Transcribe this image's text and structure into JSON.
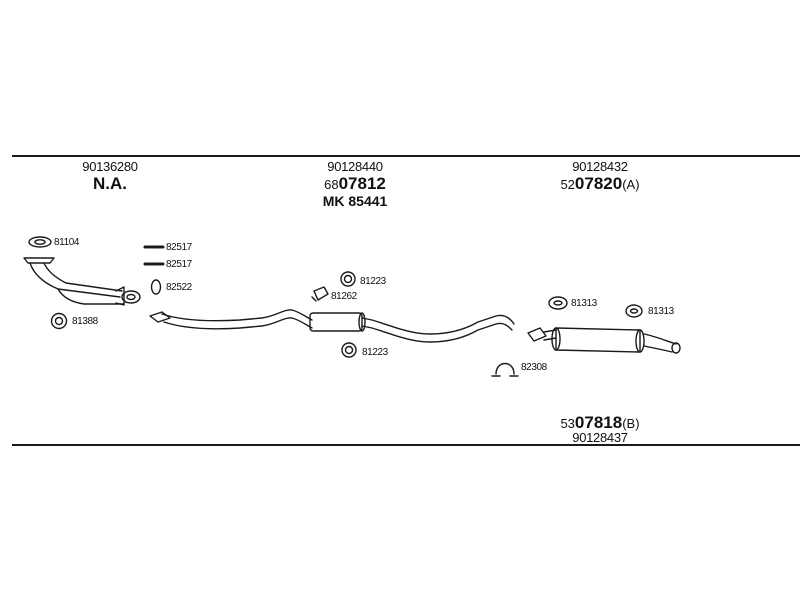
{
  "columns": [
    {
      "code": "90136280",
      "main": "N.A.",
      "prefix": "",
      "suffix": "",
      "sub": ""
    },
    {
      "code": "90128440",
      "main": "07812",
      "prefix": "68",
      "suffix": "",
      "sub": "MK 85441"
    },
    {
      "code": "90128432",
      "main": "07820",
      "prefix": "52",
      "suffix": "(A)",
      "sub": ""
    }
  ],
  "bottom": {
    "prefix": "53",
    "main": "07818",
    "suffix": "(B)",
    "code": "90128437"
  },
  "parts": {
    "p81104": "81104",
    "p82517a": "82517",
    "p82517b": "82517",
    "p82522": "82522",
    "p81388": "81388",
    "p81223a": "81223",
    "p81262": "81262",
    "p81223b": "81223",
    "p81313a": "81313",
    "p81313b": "81313",
    "p82308": "82308"
  },
  "colors": {
    "line": "#1a1a1a",
    "fill_dark": "#2a2a2a",
    "fill_light": "#ffffff"
  }
}
